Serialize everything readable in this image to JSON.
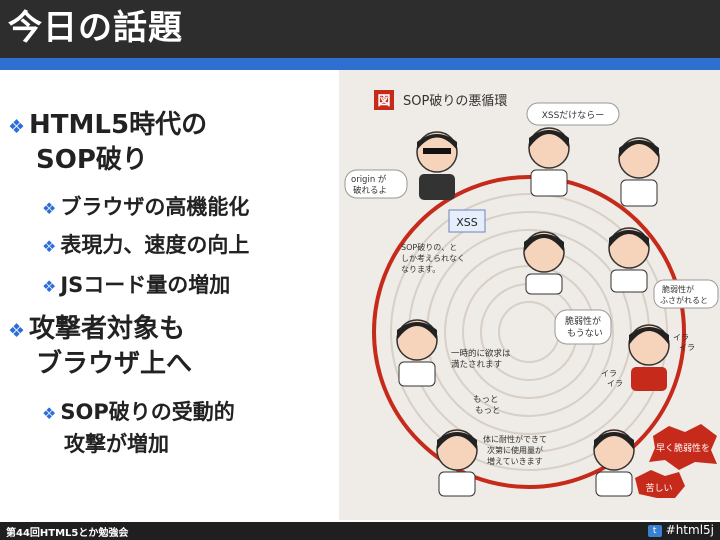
{
  "slide": {
    "title": "今日の話題",
    "bullets": [
      {
        "line1": "HTML5時代の",
        "line2": "SOP破り"
      },
      {
        "text": "ブラウザの高機能化"
      },
      {
        "text": "表現力、速度の向上"
      },
      {
        "text": "JSコード量の増加"
      },
      {
        "line1": "攻撃者対象も",
        "line2": "ブラウザ上へ"
      },
      {
        "line1": "SOP破りの受動的",
        "line2": "攻撃が増加"
      }
    ]
  },
  "figure": {
    "badge": "図",
    "title": "SOP破りの悪循環",
    "bubble_xss_only": "XSSだけならー",
    "bubble_origin": "originが\n破れるよ",
    "xss_box": "XSS",
    "text_sop_can_be": "SOP破りの、と\nしか考えられなく\nなります。",
    "bubble_vuln_appears": "脆弱性が\nふさがれると",
    "bubble_no_vuln": "脆弱性が\nもうない",
    "text_temporary": "一時的に欲求は\n満たされます",
    "text_more": "もっと\nもっと",
    "irritation_a": "イラ\nイラ",
    "irritation_b": "イラ\nイラ",
    "text_tolerance": "体に耐性ができて\n次第に使用量が\n増えていきます",
    "bubble_want_vuln": "早く脆弱性を",
    "bubble_painful": "苦しい"
  },
  "footer": {
    "left": "第44回HTML5とか勉強会",
    "right": "#html5j"
  },
  "colors": {
    "title_bg": "#2d2d2d",
    "accent_blue": "#2f6fd0",
    "diamond": "#2d6fd8",
    "figure_red": "#c62a1a"
  }
}
